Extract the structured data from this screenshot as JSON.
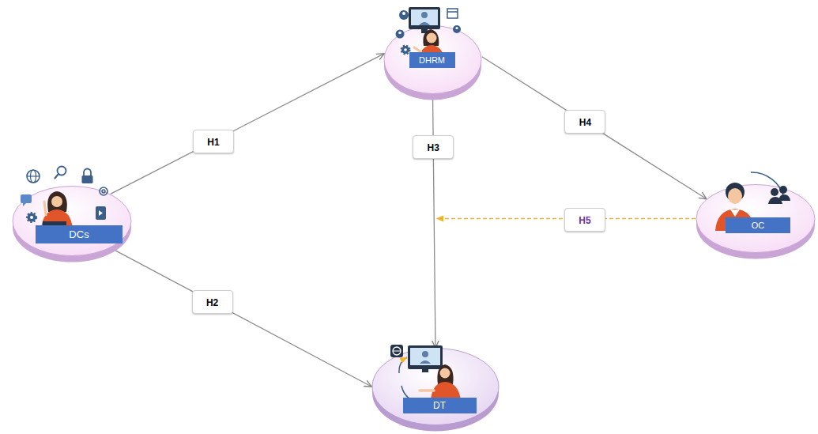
{
  "diagram": {
    "nodes": [
      {
        "text": [
          "DHRM"
        ]
      },
      {
        "text": [
          "DCs"
        ]
      },
      {
        "text": [
          "OC"
        ]
      },
      {
        "text": [
          "DT"
        ]
      }
    ],
    "edges": [
      {
        "from": 1,
        "to": 0,
        "arrow": "to",
        "label": "H1"
      },
      {
        "from": 1,
        "to": 3,
        "arrow": "to",
        "label": "H2"
      },
      {
        "from": 0,
        "to": 3,
        "arrow": "to",
        "label": "H3"
      },
      {
        "from": 0,
        "to": 2,
        "arrow": "to",
        "label": "H4"
      }
    ],
    "labels": [
      "H5"
    ]
  }
}
